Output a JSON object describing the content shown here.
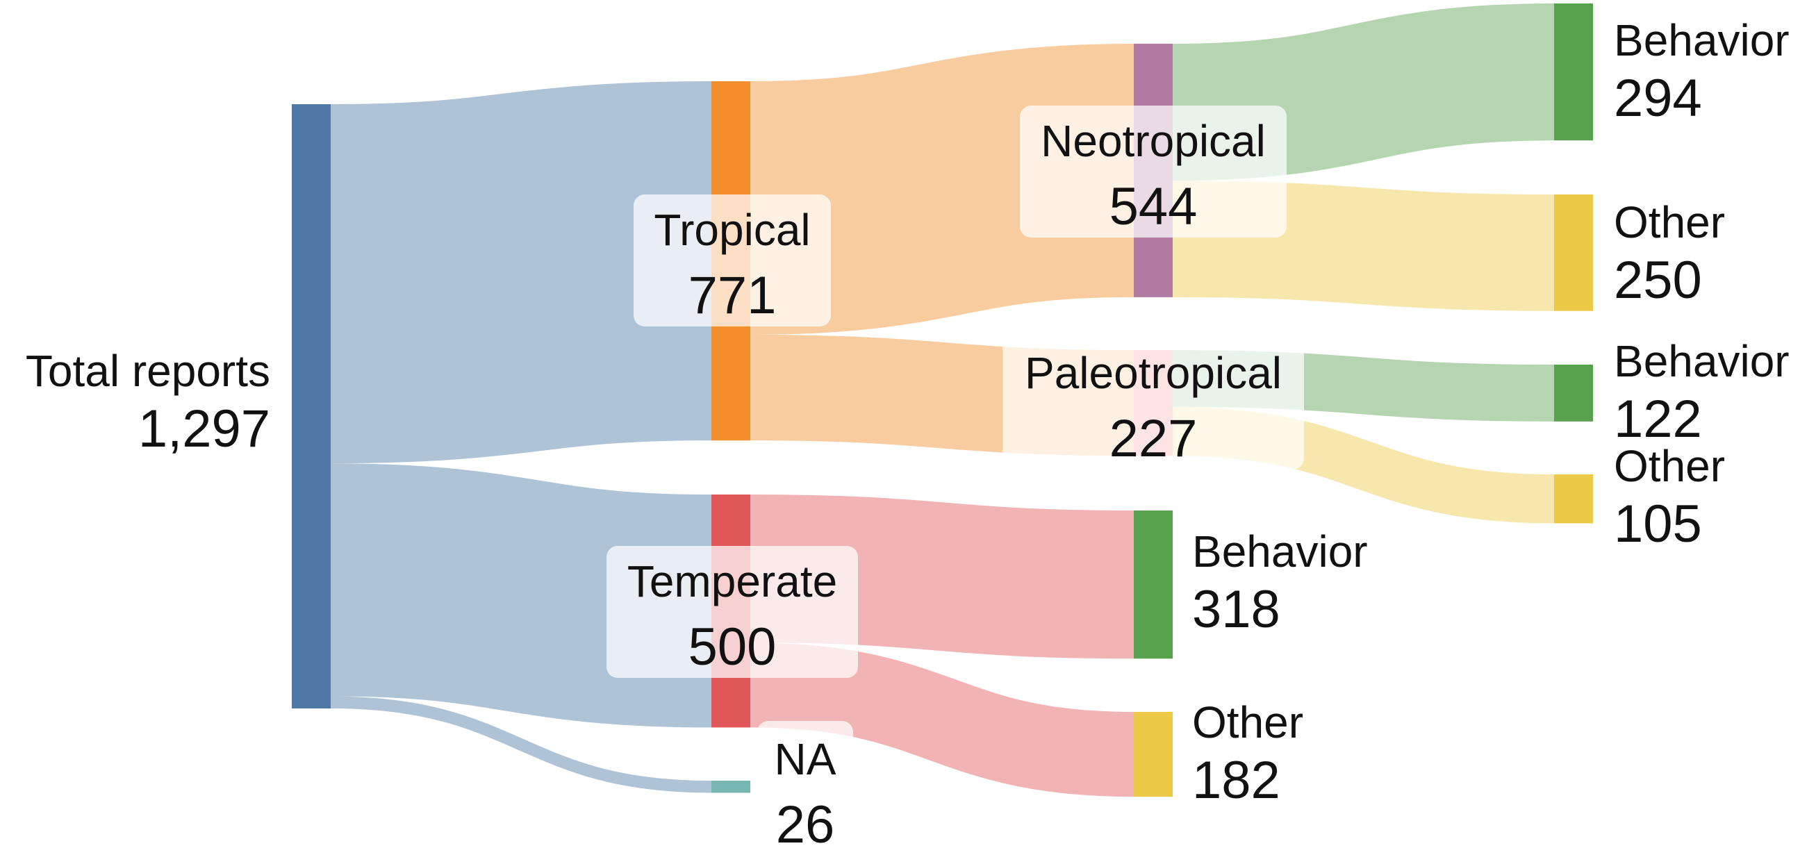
{
  "diagram": {
    "type": "sankey",
    "nodes": [
      {
        "id": "total",
        "label": "Total reports",
        "value": "1,297",
        "color": "#4e79a7"
      },
      {
        "id": "tropical",
        "label": "Tropical",
        "value": "771",
        "color": "#f28e2b"
      },
      {
        "id": "temperate",
        "label": "Temperate",
        "value": "500",
        "color": "#e15759"
      },
      {
        "id": "na",
        "label": "NA",
        "value": "26",
        "color": "#76b7b2"
      },
      {
        "id": "neotropical",
        "label": "Neotropical",
        "value": "544",
        "color": "#b07aa1"
      },
      {
        "id": "paleotropical",
        "label": "Paleotropical",
        "value": "227",
        "color": "#ff9da7"
      },
      {
        "id": "temp_behavior",
        "label": "Behavior",
        "value": "318",
        "color": "#59a14f"
      },
      {
        "id": "temp_other",
        "label": "Other",
        "value": "182",
        "color": "#edc948"
      },
      {
        "id": "neo_behavior",
        "label": "Behavior",
        "value": "294",
        "color": "#59a14f"
      },
      {
        "id": "neo_other",
        "label": "Other",
        "value": "250",
        "color": "#edc948"
      },
      {
        "id": "paleo_behavior",
        "label": "Behavior",
        "value": "122",
        "color": "#59a14f"
      },
      {
        "id": "paleo_other",
        "label": "Other",
        "value": "105",
        "color": "#edc948"
      }
    ],
    "links": [
      {
        "source": "total",
        "target": "tropical",
        "value": 771
      },
      {
        "source": "total",
        "target": "temperate",
        "value": 500
      },
      {
        "source": "total",
        "target": "na",
        "value": 26
      },
      {
        "source": "tropical",
        "target": "neotropical",
        "value": 544
      },
      {
        "source": "tropical",
        "target": "paleotropical",
        "value": 227
      },
      {
        "source": "temperate",
        "target": "temp_behavior",
        "value": 318
      },
      {
        "source": "temperate",
        "target": "temp_other",
        "value": 182
      },
      {
        "source": "neotropical",
        "target": "neo_behavior",
        "value": 294
      },
      {
        "source": "neotropical",
        "target": "neo_other",
        "value": 250
      },
      {
        "source": "paleotropical",
        "target": "paleo_behavior",
        "value": 122
      },
      {
        "source": "paleotropical",
        "target": "paleo_other",
        "value": 105
      }
    ]
  }
}
